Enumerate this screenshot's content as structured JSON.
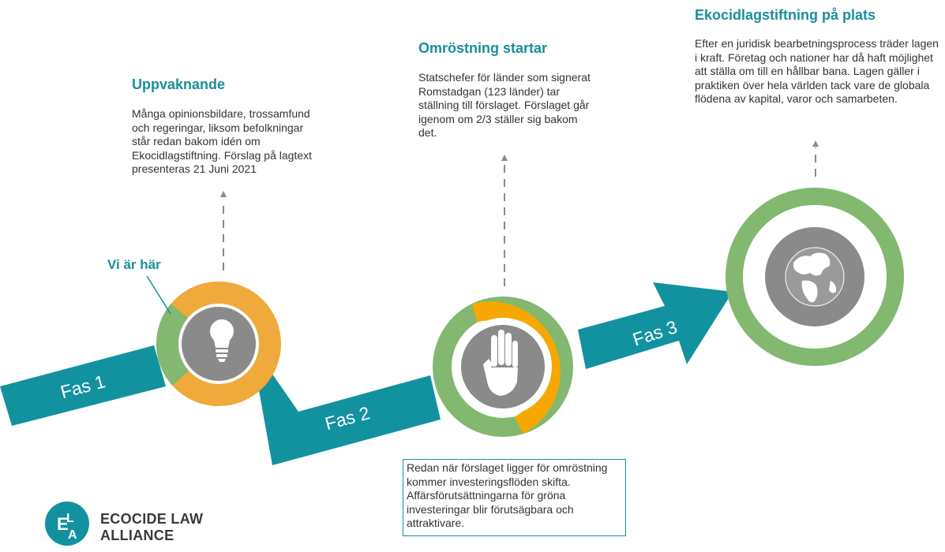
{
  "phase1": {
    "label": "Fas 1",
    "title": "Uppvaknande",
    "description": "Många opinionsbildare, trossamfund och regeringar, liksom befolkningar står redan bakom idén om Ekocidlagstiftning. Förslag på lagtext presenteras 21 Juni 2021",
    "here_label": "Vi är här",
    "icon": "lightbulb-icon"
  },
  "phase2": {
    "label": "Fas 2",
    "title": "Omröstning startar",
    "description": "Statschefer för länder som signerat Romstadgan (123 länder) tar ställning till förslaget. Förslaget går igenom om 2/3 ställer sig bakom det.",
    "note": "Redan när förslaget ligger för omröstning kommer investeringsflöden skifta. Affärsförutsättningarna för gröna investeringar blir förutsägbara och attraktivare.",
    "icon": "raised-hand-icon"
  },
  "phase3": {
    "label": "Fas 3",
    "title": "Ekocidlagstiftning på plats",
    "description": "Efter en juridisk bearbetningsprocess träder lagen i kraft. Företag och nationer har då haft möjlighet att ställa om till en hållbar bana. Lagen gäller i praktiken över hela världen tack vare de globala flödena av kapital, varor och samarbeten.",
    "icon": "globe-icon"
  },
  "logo": {
    "line1": "ECOCIDE LAW",
    "line2": "ALLIANCE",
    "mark": "ELA"
  },
  "colors": {
    "teal": "#12929f",
    "green": "#82b86f",
    "orange": "#f0a93b",
    "gold": "#f7a800",
    "grey": "#8a8a8a"
  }
}
